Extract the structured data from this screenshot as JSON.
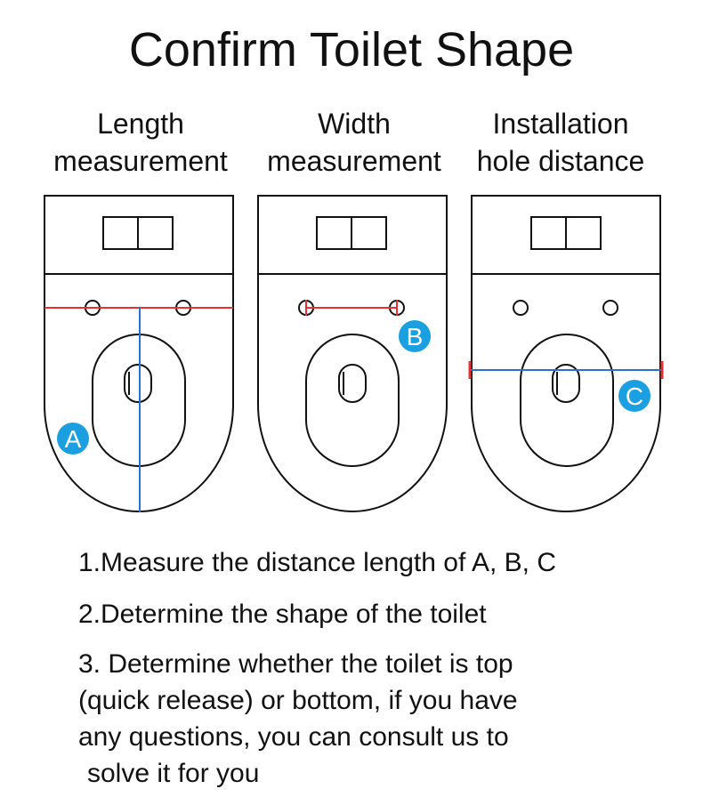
{
  "title": "Confirm Toilet Shape",
  "columns": [
    {
      "line1": "Length",
      "line2": "measurement",
      "marker": "A"
    },
    {
      "line1": "Width",
      "line2": "measurement",
      "marker": "B"
    },
    {
      "line1": "Installation",
      "line2": "hole distance",
      "marker": "C"
    }
  ],
  "colors": {
    "outline": "#111111",
    "red_line": "#e83030",
    "blue_line": "#2a6fd6",
    "badge": "#1aa0e0"
  },
  "steps": [
    {
      "text": "1.Measure the distance length of A, B, C"
    },
    {
      "text": "2.Determine the shape of the toilet"
    },
    {
      "lines": [
        "3. Determine whether the toilet is top",
        "(quick release) or bottom, if you have",
        "any questions, you can consult us to",
        " solve it for you"
      ]
    }
  ]
}
